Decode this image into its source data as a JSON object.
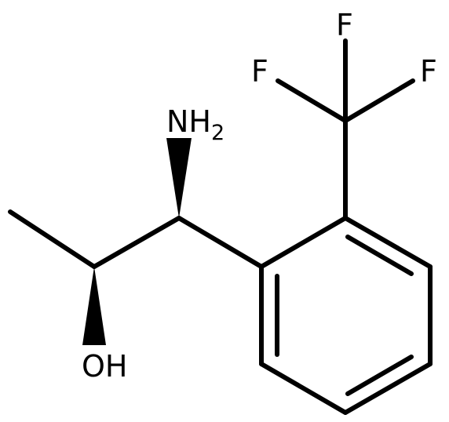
{
  "molecule": {
    "atoms": {
      "amine": {
        "symbol": "NH",
        "subscript": "2"
      },
      "hydroxyl": {
        "symbol": "OH"
      },
      "fluorine_top": {
        "symbol": "F"
      },
      "fluorine_left": {
        "symbol": "F"
      },
      "fluorine_right": {
        "symbol": "F"
      }
    }
  }
}
